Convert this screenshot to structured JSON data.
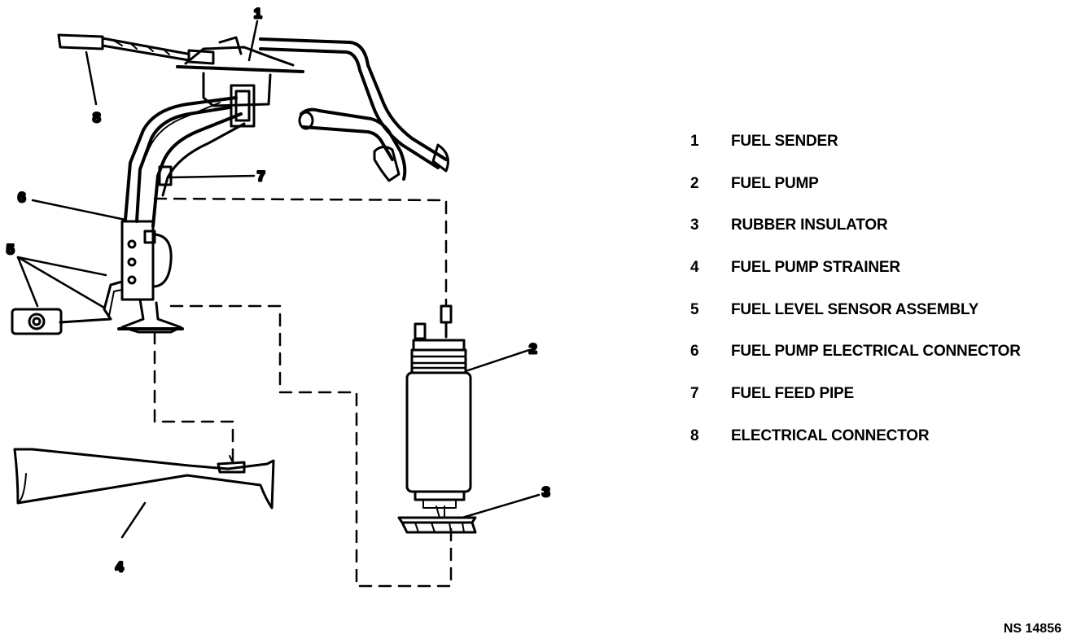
{
  "callouts": {
    "c1": "1",
    "c2": "2",
    "c3": "3",
    "c4": "4",
    "c5": "5",
    "c6": "6",
    "c7": "7",
    "c8": "8"
  },
  "legend": [
    {
      "num": "1",
      "label": "FUEL SENDER"
    },
    {
      "num": "2",
      "label": "FUEL PUMP"
    },
    {
      "num": "3",
      "label": "RUBBER INSULATOR"
    },
    {
      "num": "4",
      "label": "FUEL PUMP STRAINER"
    },
    {
      "num": "5",
      "label": "FUEL LEVEL SENSOR ASSEMBLY"
    },
    {
      "num": "6",
      "label": "FUEL PUMP ELECTRICAL CONNECTOR"
    },
    {
      "num": "7",
      "label": "FUEL FEED PIPE"
    },
    {
      "num": "8",
      "label": "ELECTRICAL CONNECTOR"
    }
  ],
  "reference": "NS 14856"
}
